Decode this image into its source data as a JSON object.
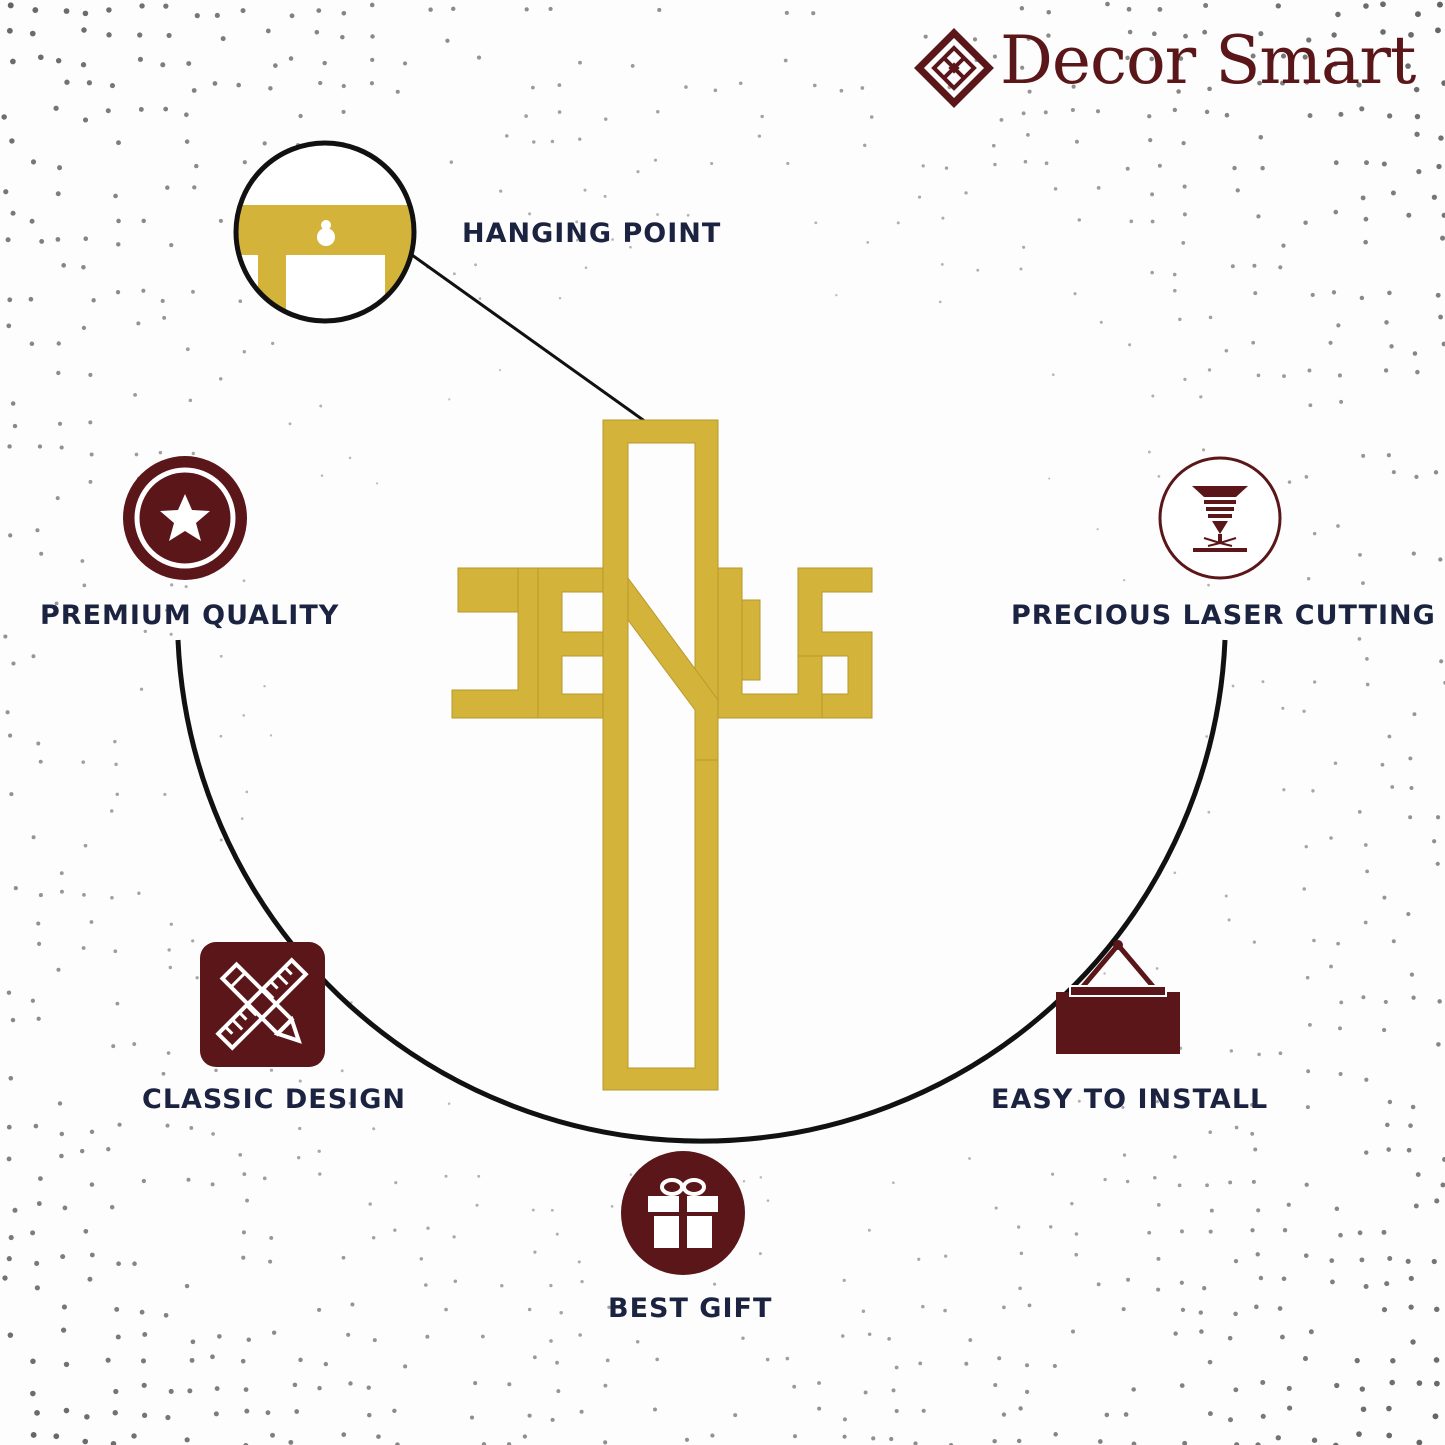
{
  "brand": {
    "name": "Decor Smart",
    "color": "#5a1618",
    "logo_icon": "diamond-lattice-icon"
  },
  "product": {
    "text": "JESUS",
    "color": "#d4b33a"
  },
  "features": {
    "hanging_point": {
      "label": "HANGING POINT",
      "icon": "keyhole-hanger-icon"
    },
    "premium_quality": {
      "label": "PREMIUM QUALITY",
      "icon": "star-badge-icon"
    },
    "laser_cutting": {
      "label": "PRECIOUS LASER CUTTING",
      "icon": "laser-cutter-icon"
    },
    "classic_design": {
      "label": "CLASSIC DESIGN",
      "icon": "ruler-pencil-icon"
    },
    "easy_install": {
      "label": "EASY TO INSTALL",
      "icon": "hanging-sign-icon"
    },
    "best_gift": {
      "label": "BEST GIFT",
      "icon": "gift-box-icon"
    }
  },
  "colors": {
    "maroon": "#5a1618",
    "gold": "#d4b33a",
    "text": "#1b2340",
    "line": "#111111"
  }
}
